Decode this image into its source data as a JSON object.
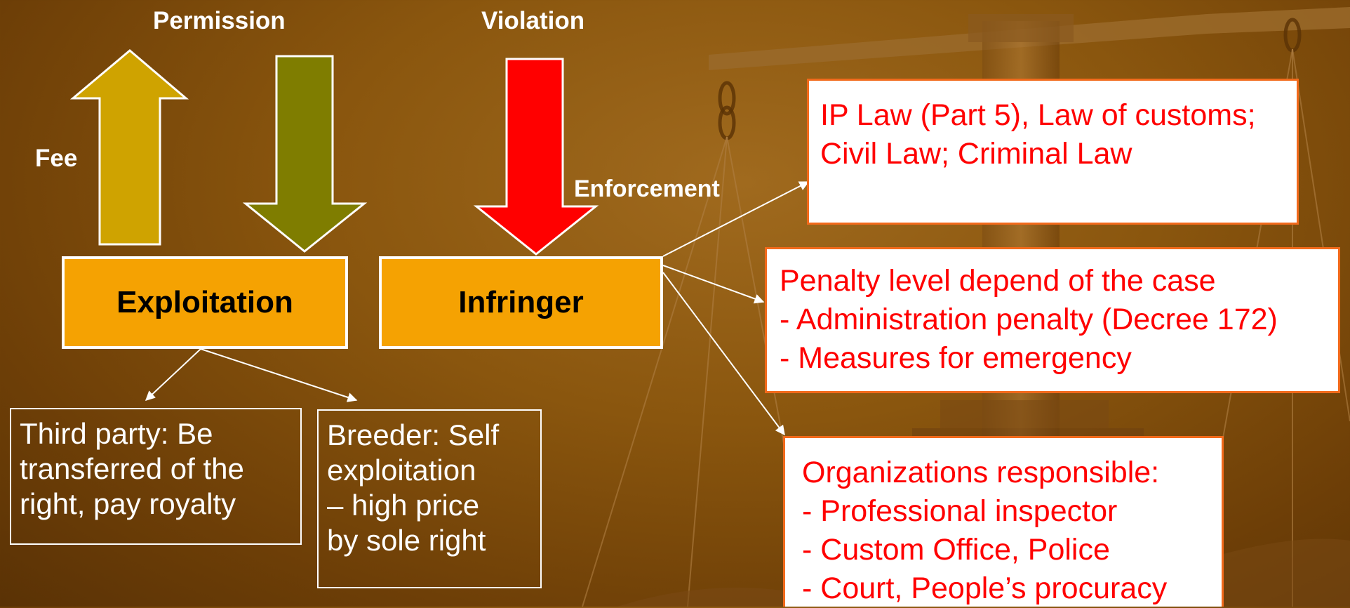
{
  "top_labels": {
    "permission": "Permission",
    "violation": "Violation"
  },
  "side_labels": {
    "fee": "Fee",
    "enforcement": "Enforcement"
  },
  "center_boxes": {
    "exploitation": "Exploitation",
    "infringer": "Infringer"
  },
  "exploitation_branches": {
    "third_party": [
      "Third party: Be",
      "transferred of the",
      "right, pay royalty"
    ],
    "breeder": [
      "Breeder: Self",
      "exploitation",
      "– high price",
      "by sole right"
    ]
  },
  "enforcement_boxes": {
    "law": [
      "IP Law (Part 5), Law of customs;",
      "Civil Law; Criminal Law"
    ],
    "penalty": [
      "Penalty level depend of the case",
      "- Administration penalty (Decree 172)",
      "- Measures for emergency"
    ],
    "organizations": [
      "Organizations responsible:",
      "- Professional inspector",
      "- Custom Office, Police",
      "- Court, People’s procuracy"
    ]
  },
  "colors": {
    "background": "#8a560e",
    "fee_arrow": "#cfa300",
    "permission_arrow": "#7f7d00",
    "violation_arrow": "#ff0000",
    "box_fill": "#f5a202",
    "red_text": "#ff0000",
    "box_border": "#f26a1b"
  }
}
